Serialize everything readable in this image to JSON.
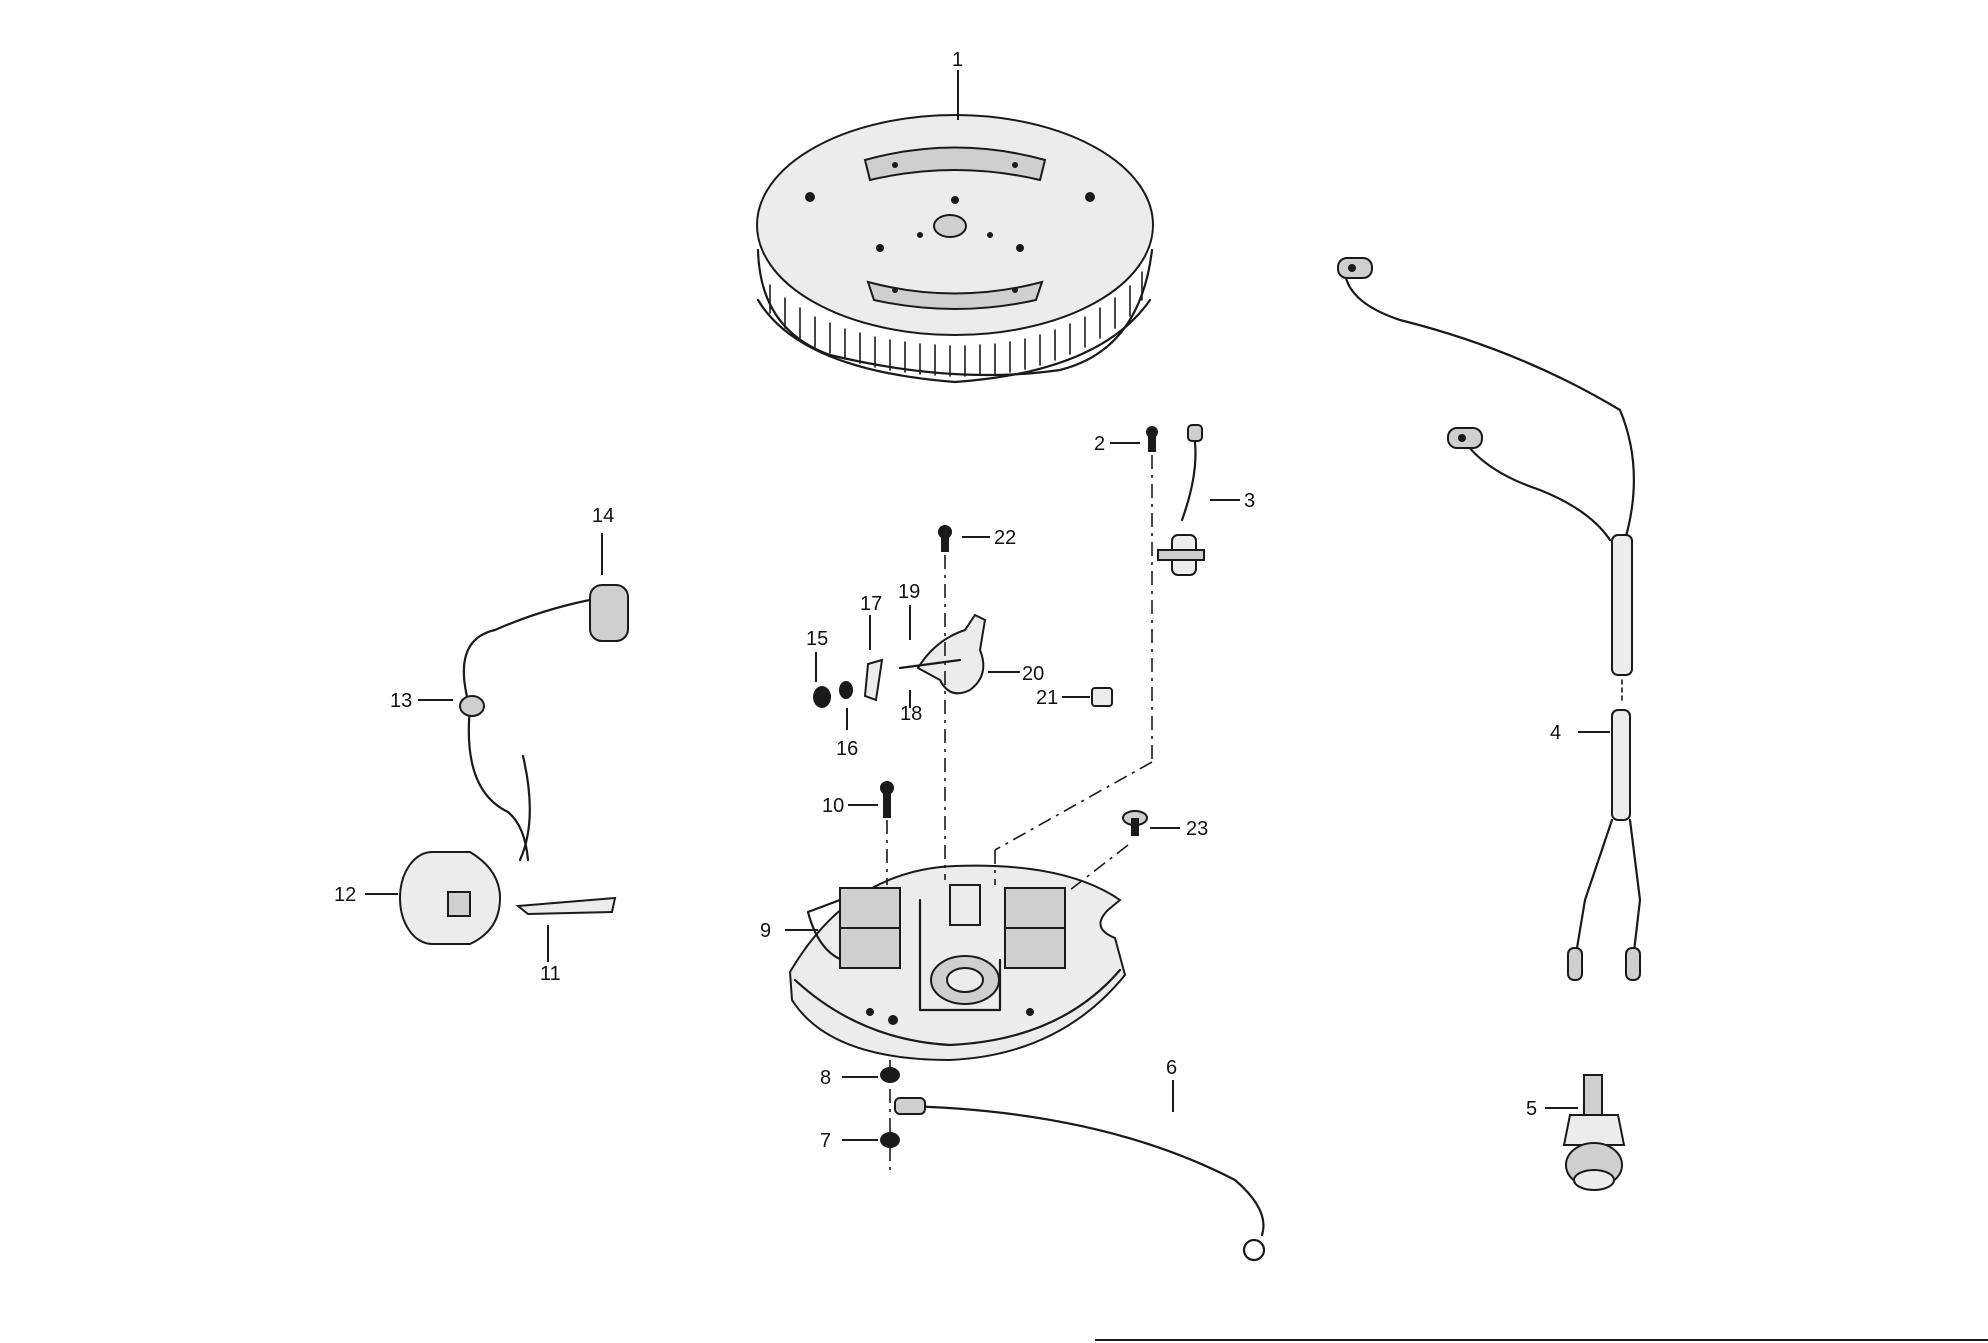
{
  "diagram": {
    "type": "exploded-parts-view",
    "callouts": [
      "1",
      "2",
      "3",
      "4",
      "5",
      "6",
      "7",
      "8",
      "9",
      "10",
      "11",
      "12",
      "13",
      "14",
      "15",
      "16",
      "17",
      "18",
      "19",
      "20",
      "21",
      "22",
      "23"
    ]
  }
}
